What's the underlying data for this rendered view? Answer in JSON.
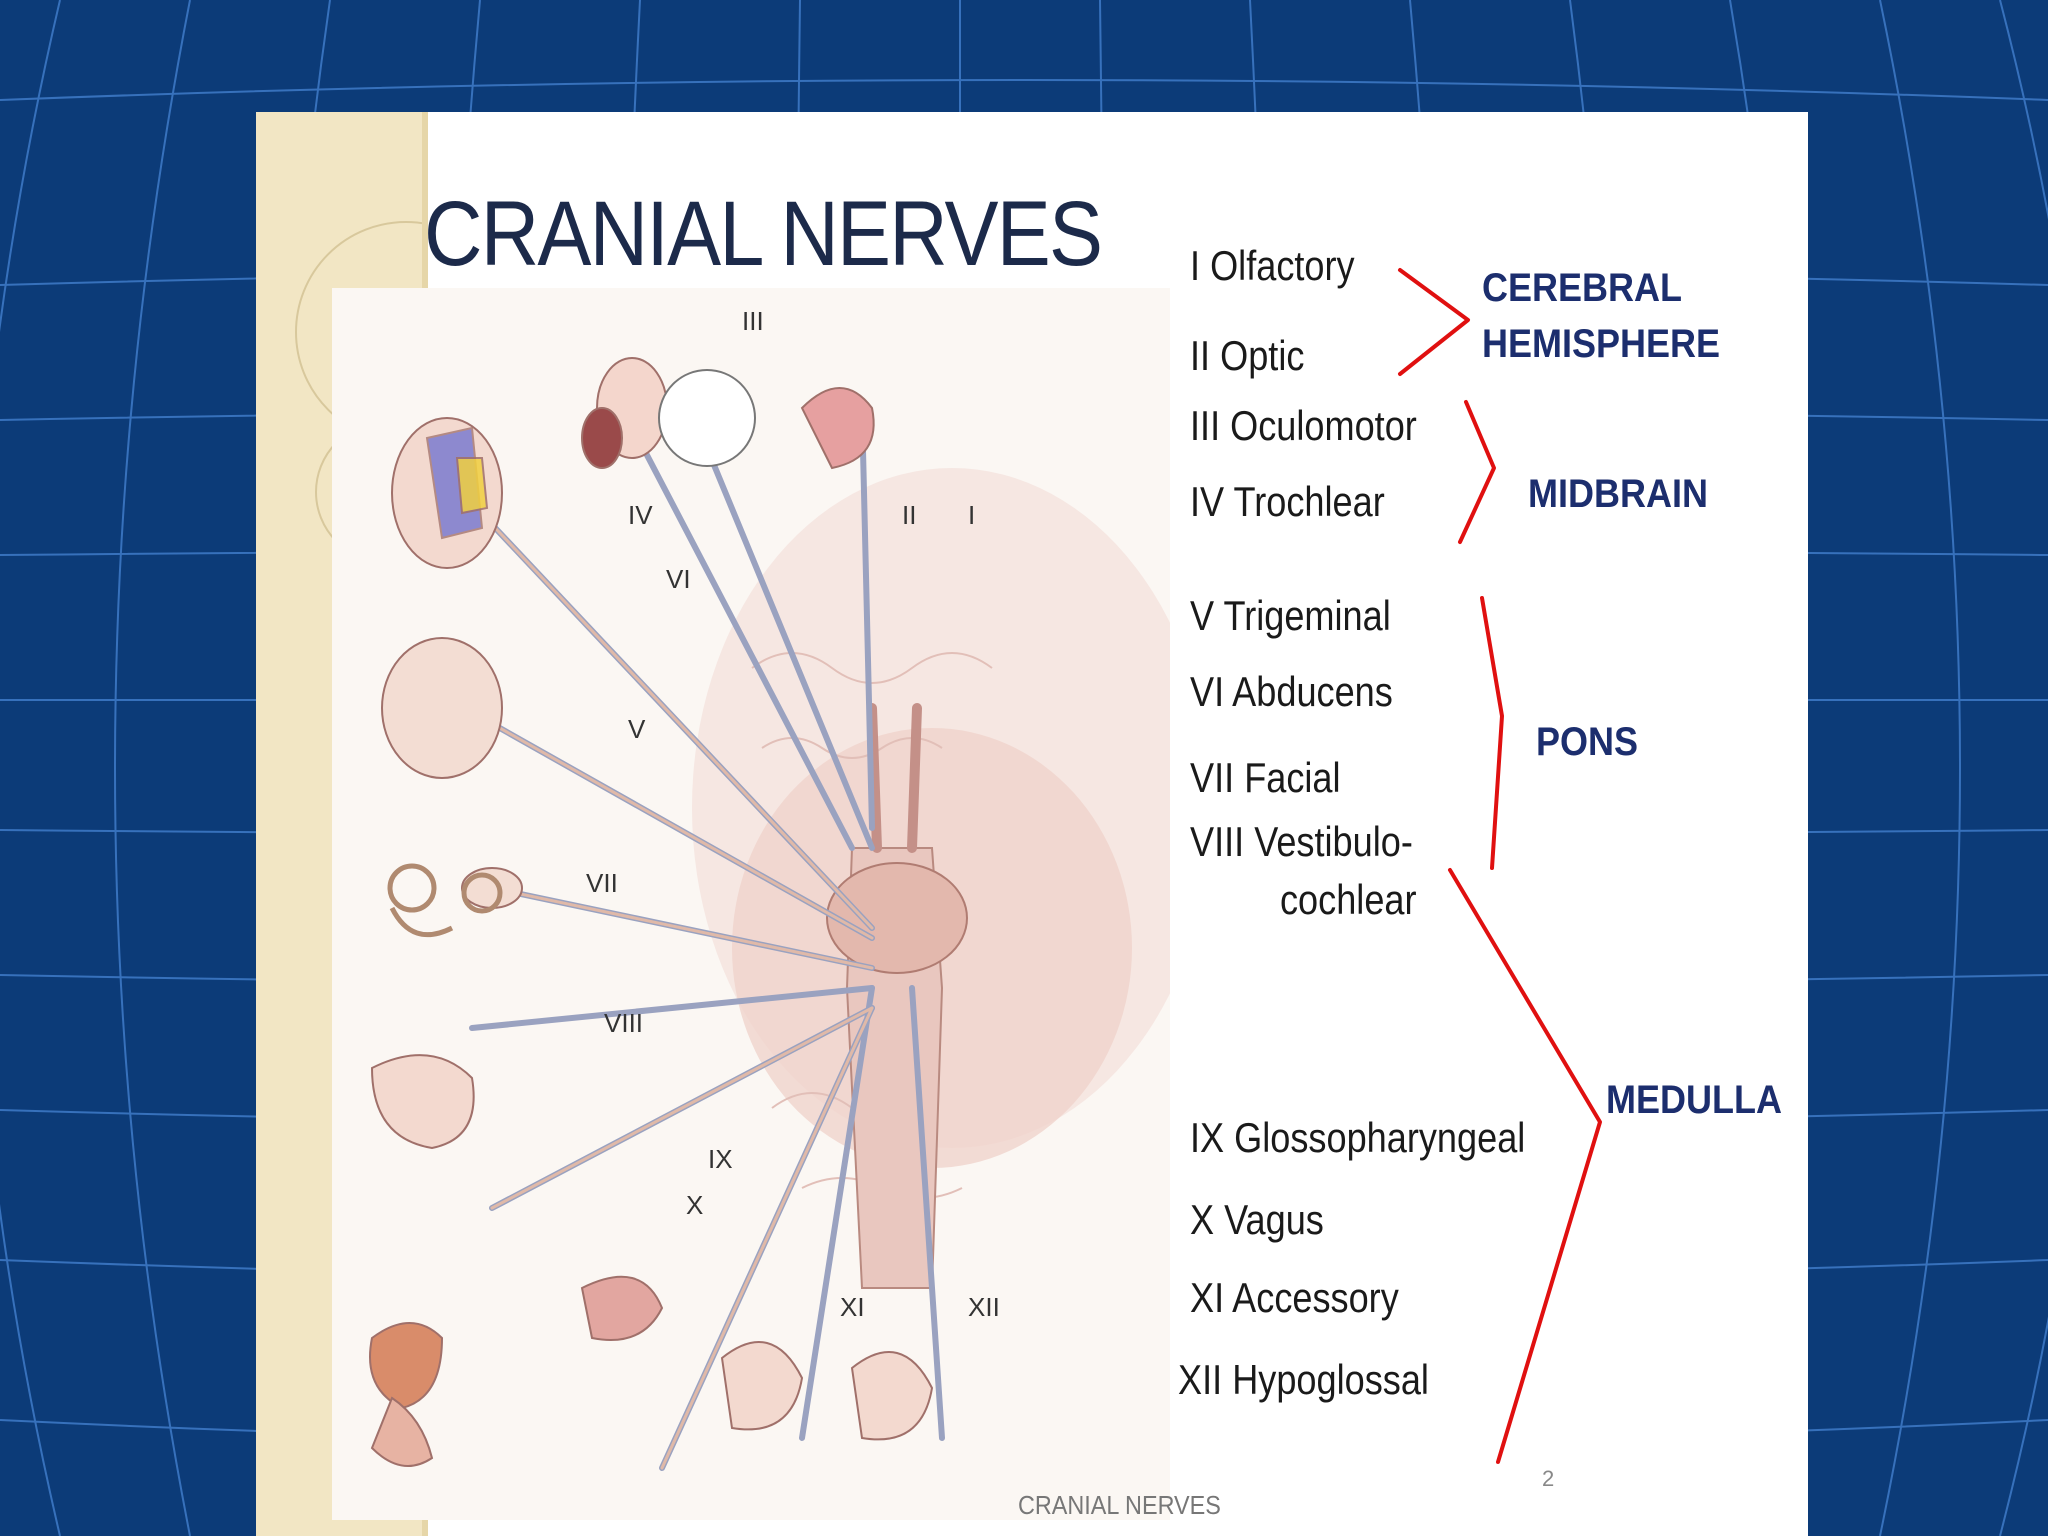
{
  "slide": {
    "title": "CRANIAL NERVES",
    "footer": "CRANIAL NERVES",
    "page_number": "2"
  },
  "nerves": [
    {
      "label": "I Olfactory"
    },
    {
      "label": "II Optic"
    },
    {
      "label": "III Oculomotor"
    },
    {
      "label": "IV Trochlear"
    },
    {
      "label": "V Trigeminal"
    },
    {
      "label": "VI Abducens"
    },
    {
      "label": "VII Facial"
    },
    {
      "label": "VIII Vestibulo-"
    },
    {
      "label": "cochlear"
    },
    {
      "label": "IX Glossopharyngeal"
    },
    {
      "label": "X Vagus"
    },
    {
      "label": "XI Accessory"
    },
    {
      "label": "XII Hypoglossal"
    }
  ],
  "regions": {
    "cerebral": "CEREBRAL\nHEMISPHERE",
    "midbrain": "MIDBRAIN",
    "pons": "PONS",
    "medulla": "MEDULLA"
  },
  "illustration_labels": [
    "III",
    "IV",
    "II",
    "I",
    "VI",
    "V",
    "VII",
    "VIII",
    "IX",
    "X",
    "XI",
    "XII"
  ],
  "colors": {
    "background": "#0c3b78",
    "grid_lines": "#3f7bc8",
    "title": "#1c2a4a",
    "region_text": "#1c2e6e",
    "bracket": "#e01010",
    "sidebar": "#f2e6c4"
  }
}
